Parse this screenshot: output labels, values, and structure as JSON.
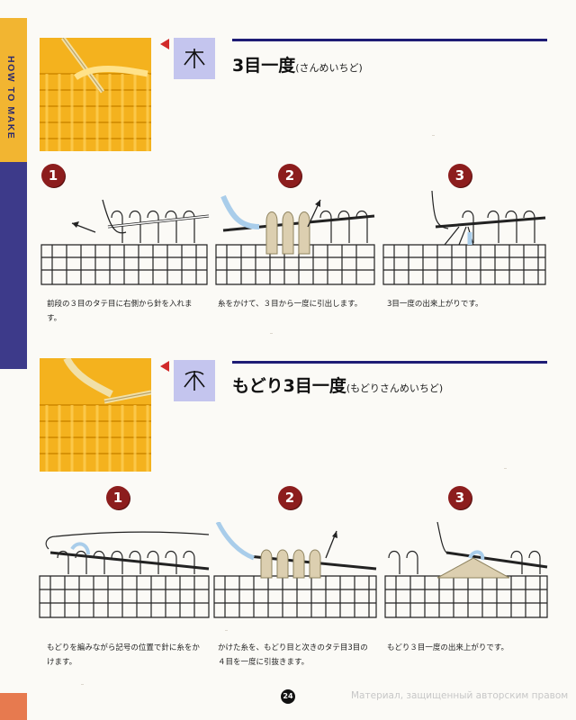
{
  "side_tab": {
    "label": "HOW TO MAKE",
    "colors": {
      "yellow": "#f2b531",
      "navy": "#3d3a8a",
      "bottom": "#e77a4f"
    }
  },
  "sections": [
    {
      "symbol_icon": "three-together-stitch-symbol",
      "title": "3目一度",
      "reading": "(さんめいちど)",
      "steps": [
        {
          "number": "1",
          "caption": "前段の３目のタテ目に右側から針を入れます。"
        },
        {
          "number": "2",
          "caption": "糸をかけて、３目から一度に引出します。"
        },
        {
          "number": "3",
          "caption": "3目一度の出来上がりです。"
        }
      ]
    },
    {
      "symbol_icon": "return-three-together-stitch-symbol",
      "title": "もどり3目一度",
      "reading": "(もどりさんめいちど)",
      "steps": [
        {
          "number": "1",
          "caption": "もどりを編みながら記号の位置で針に糸をかけます。"
        },
        {
          "number": "2",
          "caption": "かけた糸を、もどり目と次きのタテ目3目の４目を一度に引抜きます。"
        },
        {
          "number": "3",
          "caption": "もどり３目一度の出来上がりです。"
        }
      ]
    }
  ],
  "footer": {
    "page_number": "24",
    "watermark": "Материал, защищенный авторским правом"
  },
  "colors": {
    "accent_red": "#8c1d1d",
    "rule_navy": "#1e1c75",
    "symbol_bg": "#c4c5ee",
    "yarn_beige": "#dccfb0",
    "yarn_blue": "#a9cdea",
    "photo_yellow": "#f4b21e"
  }
}
